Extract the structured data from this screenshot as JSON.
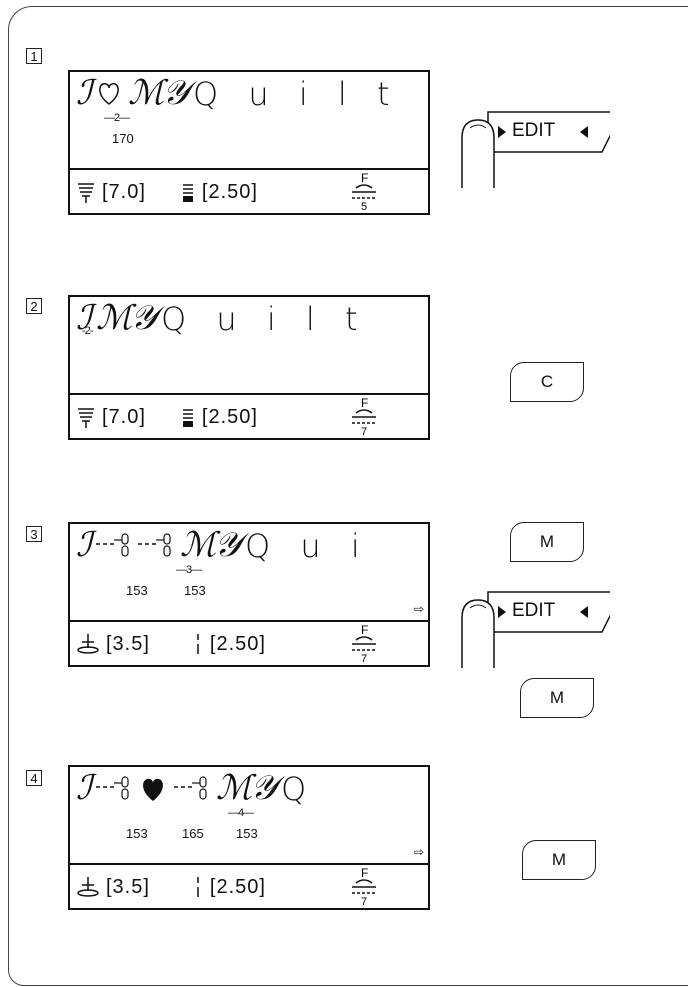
{
  "steps": [
    {
      "number": "1",
      "display": {
        "pattern_row": [
          "ℐ",
          "♡",
          "ℳ𝒴",
          "Q u i l t"
        ],
        "cursor_label": "—2—",
        "codes": [
          "170"
        ],
        "settings": [
          "[7.0]",
          "[2.50]"
        ],
        "foot_letter": "F",
        "foot_number": "5"
      },
      "buttons": [
        {
          "type": "edit",
          "label": "EDIT"
        }
      ]
    },
    {
      "number": "2",
      "display": {
        "pattern_row": [
          "ℐ",
          "ℳ𝒴",
          "Q u i l t"
        ],
        "cursor_label": "-2-",
        "codes": [],
        "settings": [
          "[7.0]",
          "[2.50]"
        ],
        "foot_letter": "F",
        "foot_number": "7"
      },
      "buttons": [
        {
          "type": "key",
          "label": "C"
        }
      ]
    },
    {
      "number": "3",
      "display": {
        "pattern_row": [
          "ℐ",
          "ℳ𝒴",
          "Q u i"
        ],
        "cursor_label": "—3—",
        "codes": [
          "153",
          "153"
        ],
        "settings": [
          "[3.5]",
          "[2.50]"
        ],
        "foot_letter": "F",
        "foot_number": "7"
      },
      "buttons": [
        {
          "type": "key",
          "label": "M"
        },
        {
          "type": "edit",
          "label": "EDIT"
        },
        {
          "type": "key",
          "label": "M"
        }
      ]
    },
    {
      "number": "4",
      "display": {
        "pattern_row": [
          "ℐ",
          "ℳ𝒴",
          "Q"
        ],
        "cursor_label": "—4—",
        "codes": [
          "153",
          "165",
          "153"
        ],
        "settings": [
          "[3.5]",
          "[2.50]"
        ],
        "foot_letter": "F",
        "foot_number": "7"
      },
      "buttons": [
        {
          "type": "key",
          "label": "M"
        }
      ]
    }
  ]
}
